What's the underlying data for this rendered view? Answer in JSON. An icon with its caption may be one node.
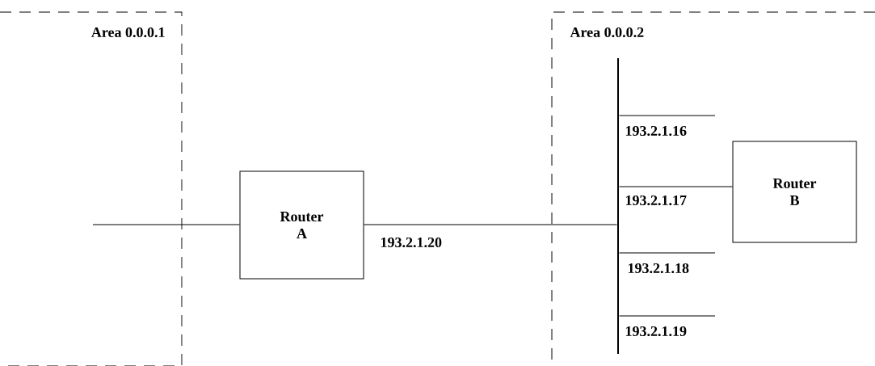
{
  "diagram": {
    "nodes": [
      {
        "text": [
          "Area 0.0.0.1"
        ]
      },
      {
        "text": [
          "Area 0.0.0.2"
        ]
      },
      {
        "text": [
          "Router A"
        ]
      },
      {
        "text": [
          "Router B"
        ],
        "in": 1
      },
      {
        "text": [],
        "shape": "bar",
        "in": 1
      }
    ],
    "edges": [
      {
        "from": 0,
        "to": 2,
        "arrow": "none"
      },
      {
        "from": 2,
        "to": 4,
        "arrow": "none",
        "label": "193.2.1.20"
      },
      {
        "from": 4,
        "to": null,
        "arrow": "none",
        "label": "193.2.1.16"
      },
      {
        "from": 4,
        "to": 3,
        "arrow": "none",
        "label": "193.2.1.17"
      },
      {
        "from": 4,
        "to": null,
        "arrow": "none",
        "label": "193.2.1.18"
      },
      {
        "from": 4,
        "to": null,
        "arrow": "none",
        "label": "193.2.1.19"
      }
    ]
  }
}
